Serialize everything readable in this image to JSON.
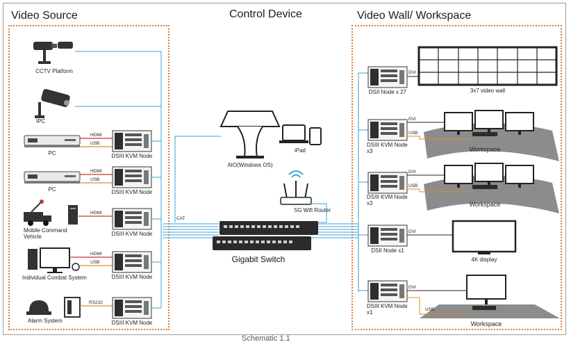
{
  "titles": {
    "video_source": "Video Source",
    "control_device": "Control Device",
    "video_wall": "Video Wall/ Workspace"
  },
  "source": {
    "cctv": "CCTV Platform",
    "ipc": "IPC",
    "pc1": "PC",
    "pc2": "PC",
    "mobile": "Mobile Command Vehicle",
    "combat": "Individual Combat System",
    "alarm": "Alarm System",
    "kvm_node": "DSIII KVM Node"
  },
  "ports": {
    "hdmi": "HDMI",
    "usb": "USB",
    "rs232": "RS232",
    "cat": "CAT",
    "dvi": "DVI"
  },
  "control": {
    "aio": "AIO(Windows OS)",
    "ipad": "iPad",
    "router": "5G Wifi Router",
    "switch": "Gigabit Switch"
  },
  "wall": {
    "node27": "DSII Node x 27",
    "videowall": "3x7 video wall",
    "kvm_x3": "DSIII KVM Node x3",
    "workspace": "Workspace",
    "node1": "DSII Node x1",
    "display4k": "4K display",
    "kvm_x1": "DSIII KVM Node x1"
  },
  "caption": "Schematic 1.1",
  "colors": {
    "zone_border": "#e07a2c",
    "cable_cat": "#3aa0d8",
    "cable_hdmi": "#c0392b",
    "cable_usb": "#e08a2c",
    "device_dark": "#2b2b2b",
    "workspace_floor": "#8c8c8c"
  }
}
